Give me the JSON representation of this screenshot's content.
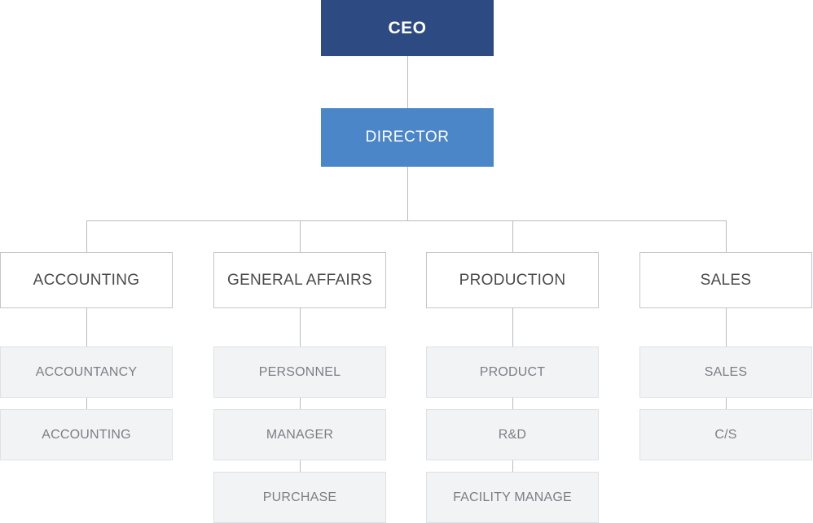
{
  "diagram": {
    "type": "org-chart",
    "title": "",
    "colors": {
      "ceo_fill": "#2e4a82",
      "director_fill": "#4a86c8",
      "department_fill": "#ffffff",
      "department_border": "#c2c6ca",
      "sub_fill": "#f2f3f5",
      "sub_border": "#dfe1e4",
      "connector": "#b9bcc0",
      "department_text": "#4a4a4a",
      "sub_text": "#7b7f84",
      "top_text": "#ffffff"
    },
    "nodes": {
      "ceo": {
        "label": "CEO"
      },
      "director": {
        "label": "DIRECTOR"
      },
      "departments": [
        {
          "label": "ACCOUNTING"
        },
        {
          "label": "GENERAL AFFAIRS"
        },
        {
          "label": "PRODUCTION"
        },
        {
          "label": "SALES"
        }
      ],
      "teams": {
        "accounting": [
          {
            "label": "ACCOUNTANCY"
          },
          {
            "label": "ACCOUNTING"
          }
        ],
        "general_affairs": [
          {
            "label": "PERSONNEL"
          },
          {
            "label": "MANAGER"
          },
          {
            "label": "PURCHASE"
          }
        ],
        "production": [
          {
            "label": "PRODUCT"
          },
          {
            "label": "R&D"
          },
          {
            "label": "FACILITY MANAGE"
          }
        ],
        "sales": [
          {
            "label": "SALES"
          },
          {
            "label": "C/S"
          }
        ]
      }
    }
  }
}
